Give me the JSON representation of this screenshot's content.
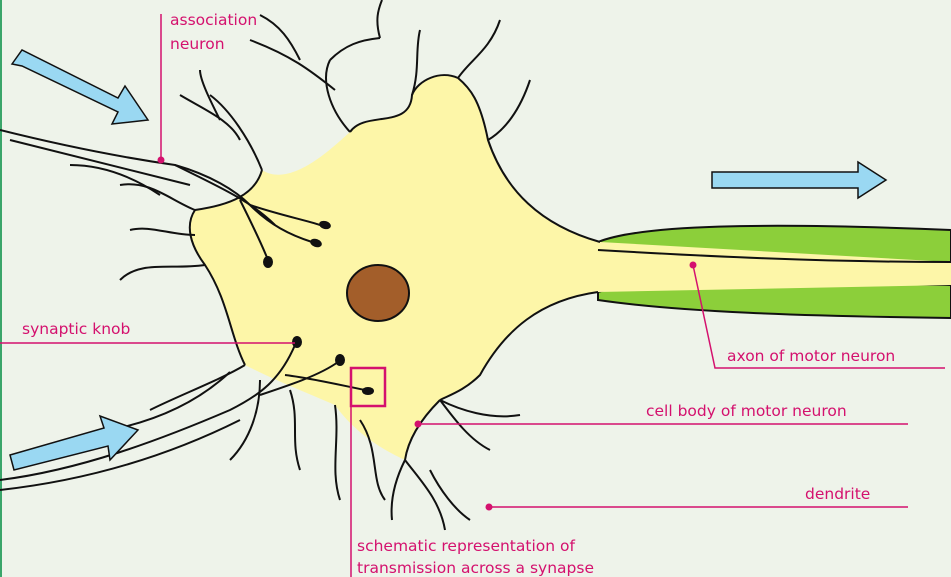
{
  "labels": {
    "association_neuron_line1": "association",
    "association_neuron_line2": "neuron",
    "synaptic_knob": "synaptic knob",
    "axon": "axon of motor neuron",
    "cell_body": "cell body of motor neuron",
    "dendrite": "dendrite",
    "schematic_line1": "schematic representation of",
    "schematic_line2": "transmission across a synapse"
  },
  "colors": {
    "background": "#eef3ea",
    "label": "#d4116e",
    "cell_body": "#fdf6a8",
    "nucleus": "#a35e2a",
    "myelin": "#8ccf3a",
    "arrow": "#9ad8f2",
    "outline": "#111111"
  },
  "icons": [
    "arrow-right-icon"
  ]
}
